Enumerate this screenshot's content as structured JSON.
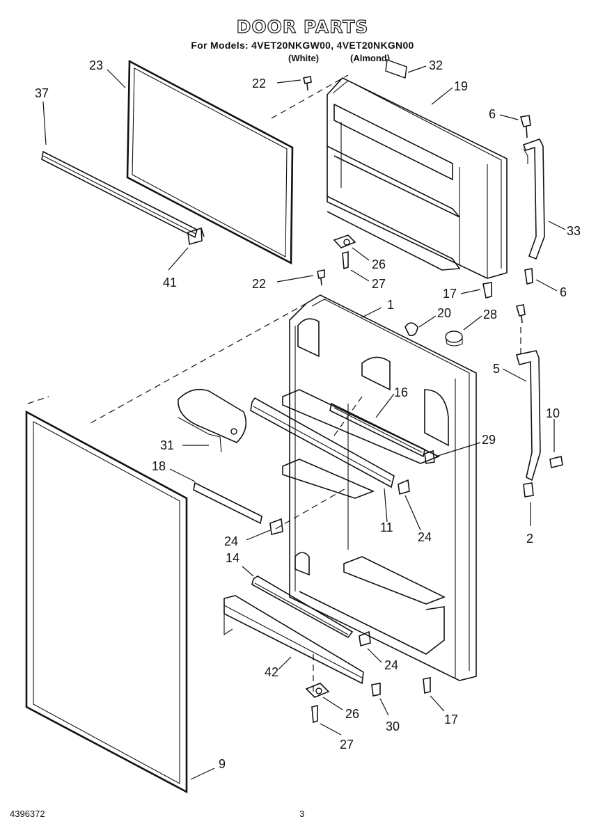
{
  "header": {
    "title": "DOOR PARTS",
    "subtitle": "For Models: 4VET20NKGW00, 4VET20NKGN00",
    "variant_left": "(White)",
    "variant_right": "(Almond)"
  },
  "footer": {
    "part_number": "4396372",
    "page_number": "3"
  },
  "callouts": [
    {
      "id": "c23",
      "label": "23"
    },
    {
      "id": "c37",
      "label": "37"
    },
    {
      "id": "c41",
      "label": "41"
    },
    {
      "id": "c22a",
      "label": "22"
    },
    {
      "id": "c32",
      "label": "32"
    },
    {
      "id": "c19",
      "label": "19"
    },
    {
      "id": "c6a",
      "label": "6"
    },
    {
      "id": "c33",
      "label": "33"
    },
    {
      "id": "c26a",
      "label": "26"
    },
    {
      "id": "c27a",
      "label": "27"
    },
    {
      "id": "c22b",
      "label": "22"
    },
    {
      "id": "c17a",
      "label": "17"
    },
    {
      "id": "c6b",
      "label": "6"
    },
    {
      "id": "c1",
      "label": "1"
    },
    {
      "id": "c20",
      "label": "20"
    },
    {
      "id": "c28",
      "label": "28"
    },
    {
      "id": "c5",
      "label": "5"
    },
    {
      "id": "c16",
      "label": "16"
    },
    {
      "id": "c10",
      "label": "10"
    },
    {
      "id": "c31",
      "label": "31"
    },
    {
      "id": "c29",
      "label": "29"
    },
    {
      "id": "c18",
      "label": "18"
    },
    {
      "id": "c11",
      "label": "11"
    },
    {
      "id": "c24a",
      "label": "24"
    },
    {
      "id": "c24b",
      "label": "24"
    },
    {
      "id": "c2",
      "label": "2"
    },
    {
      "id": "c14",
      "label": "14"
    },
    {
      "id": "c24c",
      "label": "24"
    },
    {
      "id": "c42",
      "label": "42"
    },
    {
      "id": "c26b",
      "label": "26"
    },
    {
      "id": "c30",
      "label": "30"
    },
    {
      "id": "c17b",
      "label": "17"
    },
    {
      "id": "c27b",
      "label": "27"
    },
    {
      "id": "c9",
      "label": "9"
    }
  ]
}
